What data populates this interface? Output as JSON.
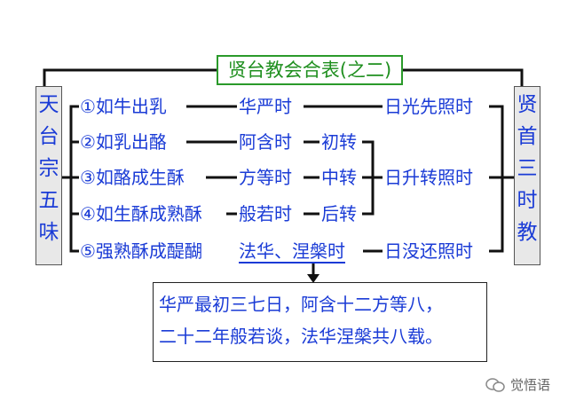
{
  "title": "贤台教会合表(之二)",
  "left_label": [
    "天",
    "台",
    "宗",
    "五",
    "味"
  ],
  "right_label": [
    "贤",
    "首",
    "三",
    "时",
    "教"
  ],
  "rows": [
    {
      "flavor": "①如牛出乳",
      "period": "华严时",
      "turn": "",
      "sun": "日光先照时"
    },
    {
      "flavor": "②如乳出酪",
      "period": "阿含时",
      "turn": "初转",
      "sun": ""
    },
    {
      "flavor": "③如酪成生酥",
      "period": "方等时",
      "turn": "中转",
      "sun": "日升转照时"
    },
    {
      "flavor": "④如生酥成熟酥",
      "period": "般若时",
      "turn": "后转",
      "sun": ""
    },
    {
      "flavor": "⑤强熟酥成醍醐",
      "period": "法华、涅槃时",
      "turn": "",
      "sun": "日没还照时"
    }
  ],
  "note": {
    "line1": "华严最初三七日，阿含十二方等八，",
    "line2": "二十二年般若谈，法华涅槃共八载。"
  },
  "watermark": "觉悟语"
}
